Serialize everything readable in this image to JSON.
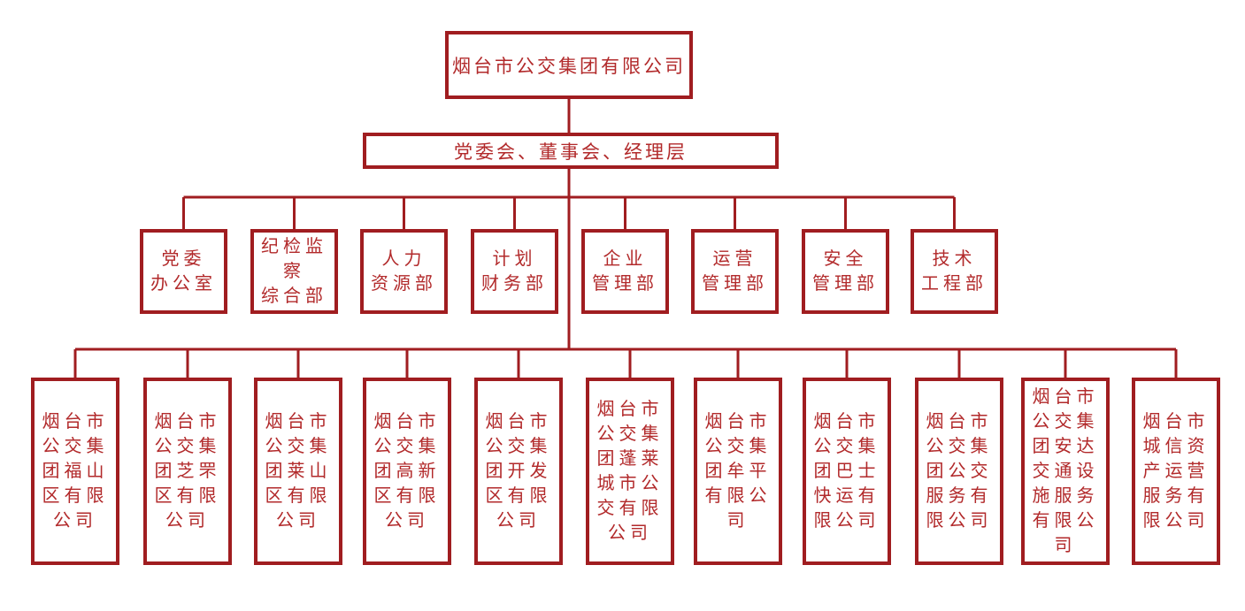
{
  "chart": {
    "type": "org-chart",
    "colors": {
      "line": "#a01d20",
      "text": "#b22a2b",
      "background": "#ffffff"
    },
    "root": {
      "name": "烟台市公交集团有限公司"
    },
    "governance": {
      "name": "党委会、董事会、经理层"
    },
    "departments": [
      {
        "name": "党委办公室",
        "display": "党委\n办公室"
      },
      {
        "name": "纪检监察综合部",
        "display": "纪检监\n察\n综合部"
      },
      {
        "name": "人力资源部",
        "display": "人力\n资源部"
      },
      {
        "name": "计划财务部",
        "display": "计划\n财务部"
      },
      {
        "name": "企业管理部",
        "display": "企业\n管理部"
      },
      {
        "name": "运营管理部",
        "display": "运营\n管理部"
      },
      {
        "name": "安全管理部",
        "display": "安全\n管理部"
      },
      {
        "name": "技术工程部",
        "display": "技术\n工程部"
      }
    ],
    "subsidiaries": [
      {
        "name": "烟台市公交集团福山区有限公司",
        "display": "烟台市\n公交集\n团福山\n区有限\n公司"
      },
      {
        "name": "烟台市公交集团芝罘区有限公司",
        "display": "烟台市\n公交集\n团芝罘\n区有限\n公司"
      },
      {
        "name": "烟台市公交集团莱山区有限公司",
        "display": "烟台市\n公交集\n团莱山\n区有限\n公司"
      },
      {
        "name": "烟台市公交集团高新区有限公司",
        "display": "烟台市\n公交集\n团高新\n区有限\n公司"
      },
      {
        "name": "烟台市公交集团开发区有限公司",
        "display": "烟台市\n公交集\n团开发\n区有限\n公司"
      },
      {
        "name": "烟台市公交集团蓬莱城市公交有限公司",
        "display": "烟台市\n公交集\n团蓬莱\n城市公\n交有限\n公司"
      },
      {
        "name": "烟台市公交集团牟平有限公司",
        "display": "烟台市\n公交集\n团牟平\n有限公\n司"
      },
      {
        "name": "烟台市公交集团巴士快运有限公司",
        "display": "烟台市\n公交集\n团巴士\n快运有\n限公司"
      },
      {
        "name": "烟台市公交集团公交服务有限公司",
        "display": "烟台市\n公交集\n团公交\n服务有\n限公司"
      },
      {
        "name": "烟台市公交集团安达交通设施服务有限公司",
        "display": "烟台市\n公交集\n团安达\n交通设\n施服务\n有限公\n司"
      },
      {
        "name": "烟台市城信资产运营服务有限公司",
        "display": "烟台市\n城信资\n产运营\n服务有\n限公司"
      }
    ]
  }
}
